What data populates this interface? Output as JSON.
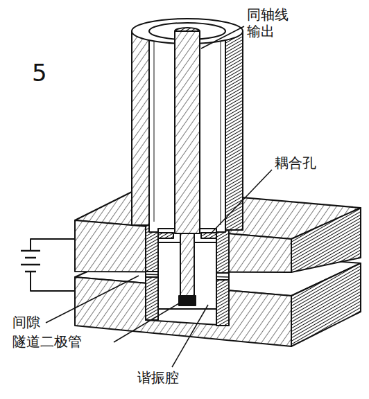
{
  "diagram": {
    "labels": [
      "5",
      "同轴线 输出",
      "耦合孔",
      "间隙",
      "隧道二极管",
      "谐振腔"
    ]
  }
}
